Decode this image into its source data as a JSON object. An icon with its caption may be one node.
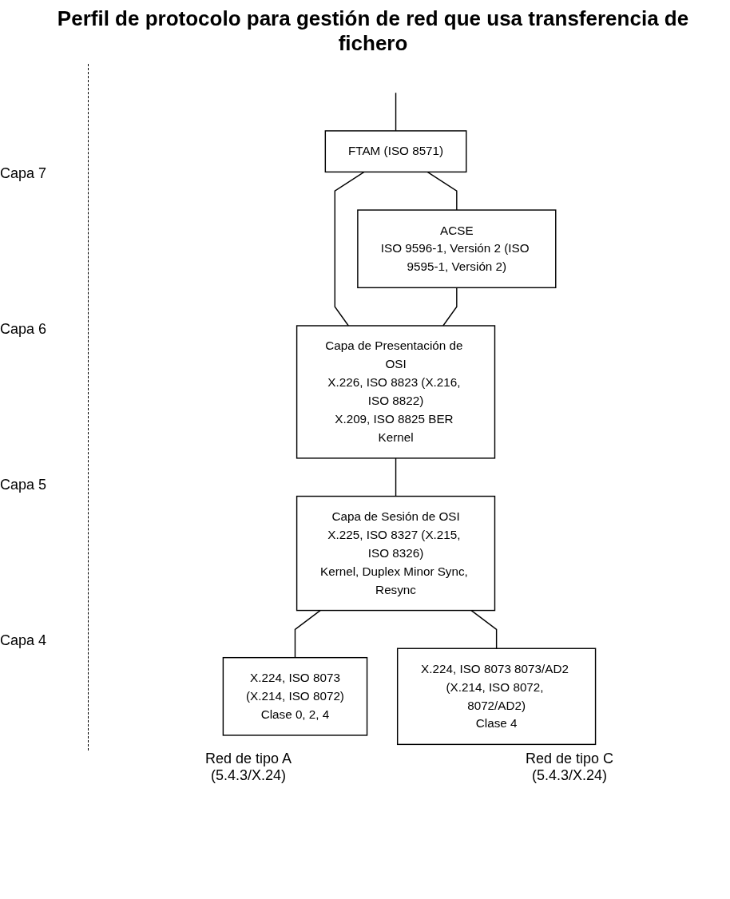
{
  "diagram": {
    "title": "Perfil de protocolo para gestión de red que usa transferencia de fichero",
    "nodes": [
      {
        "text": [
          "FTAM (ISO 8571)"
        ]
      },
      {
        "text": [
          "ACSE",
          "ISO 9596-1, Versión 2 (ISO 9595-1, Versión 2)"
        ]
      },
      {
        "text": [
          "Capa de Presentación de OSI",
          "X.226, ISO 8823 (X.216, ISO 8822)",
          "X.209, ISO 8825 BER Kernel"
        ]
      },
      {
        "text": [
          "Capa de Sesión de OSI",
          "X.225, ISO 8327 (X.215, ISO 8326)",
          "Kernel, Duplex Minor Sync, Resync"
        ]
      },
      {
        "text": [
          "X.224, ISO 8073",
          "(X.214, ISO 8072)",
          "Clase 0, 2, 4"
        ]
      },
      {
        "text": [
          "X.224, ISO 8073 8073/AD2 (X.214, ISO 8072, 8072/AD2)",
          "Clase 4"
        ]
      }
    ],
    "edges": [
      {
        "from": null,
        "to": 0,
        "arrow": "none"
      },
      {
        "from": 0,
        "to": 2,
        "arrow": "none"
      },
      {
        "from": 0,
        "to": 1,
        "arrow": "none"
      },
      {
        "from": 1,
        "to": 2,
        "arrow": "none"
      },
      {
        "from": 2,
        "to": 3,
        "arrow": "none"
      },
      {
        "from": 3,
        "to": 4,
        "arrow": "none"
      },
      {
        "from": 3,
        "to": 5,
        "arrow": "none"
      }
    ],
    "labels": [
      "Capa 7",
      "Capa 6",
      "Capa 5",
      "Capa 4",
      "Red de tipo A (5.4.3/X.24)",
      "Red de tipo C (5.4.3/X.24)"
    ]
  }
}
